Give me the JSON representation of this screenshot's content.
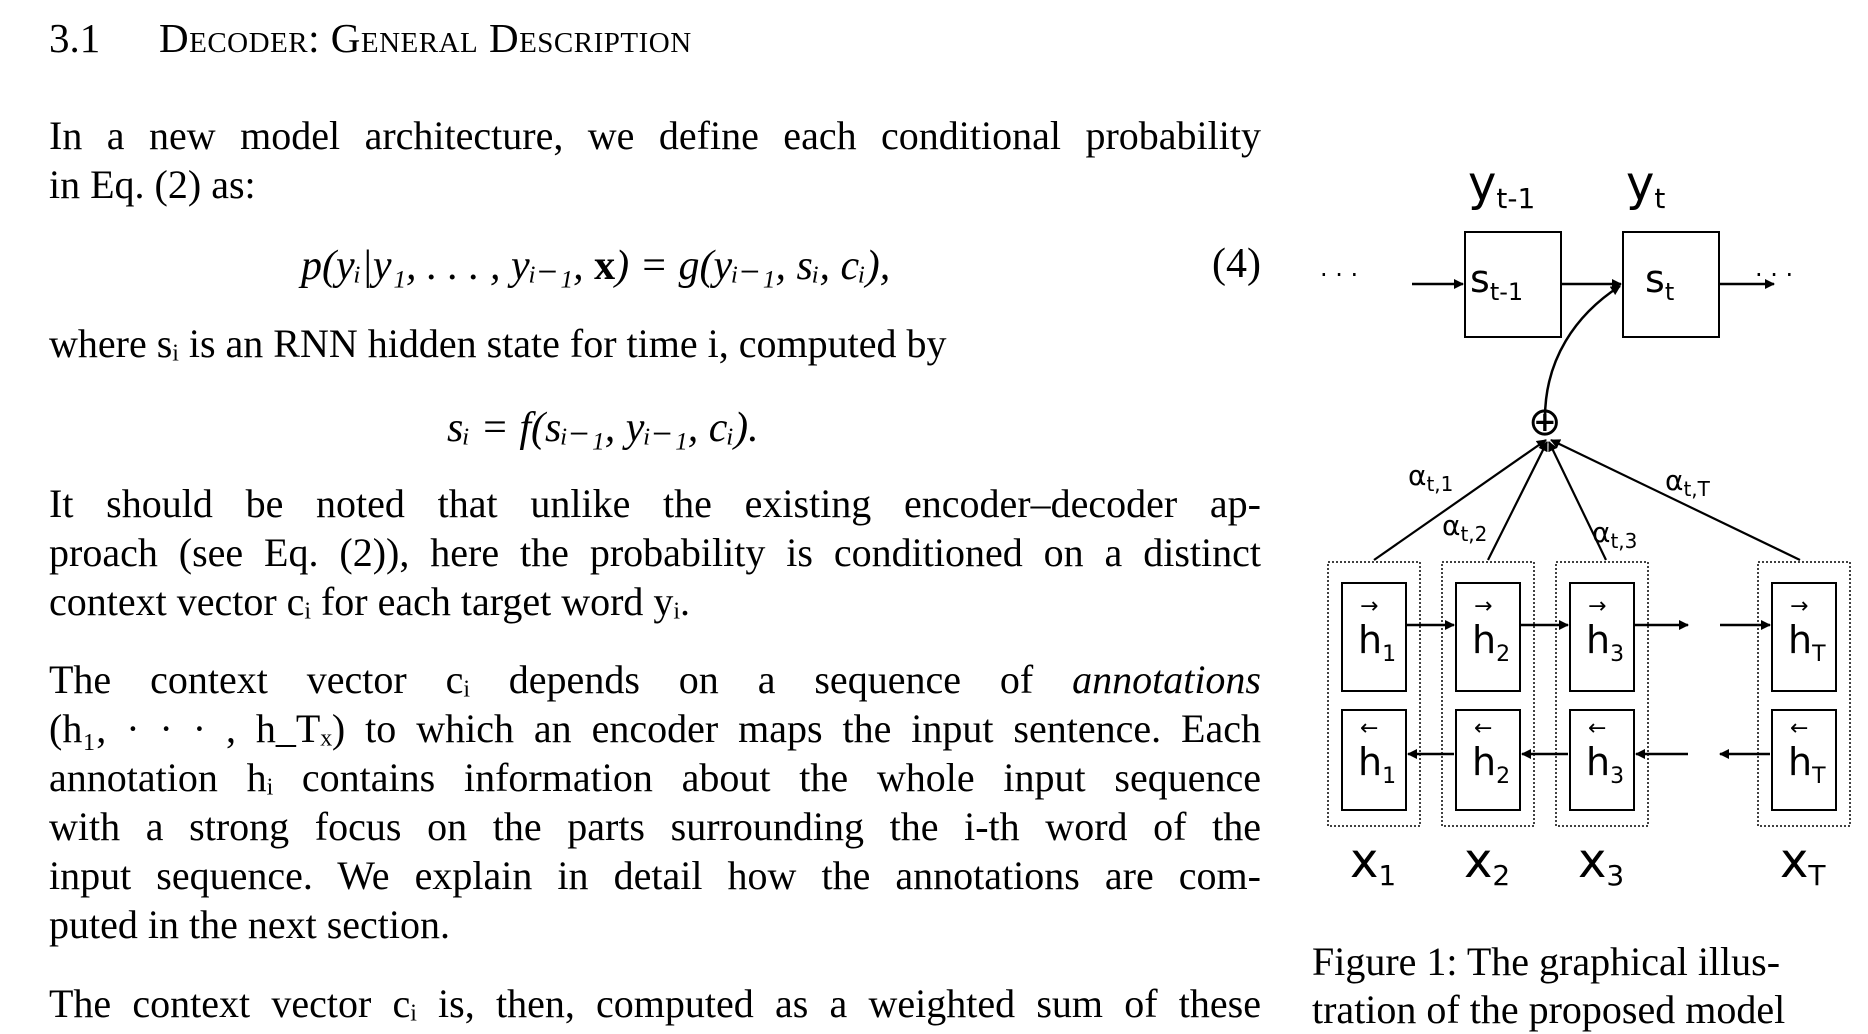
{
  "section": {
    "number": "3.1",
    "title": "Decoder: General Description"
  },
  "para1": {
    "line1": "In a new model architecture, we define each conditional probability",
    "line2": "in Eq. (2) as:"
  },
  "eq4": {
    "lhs": "p(yᵢ|y₁, . . . , yᵢ₋₁, ",
    "x": "x",
    "rhs": ") = g(yᵢ₋₁, sᵢ, cᵢ),",
    "number": "(4)"
  },
  "para2": "where sᵢ is an RNN hidden state for time i, computed by",
  "eq_s": "sᵢ = f(sᵢ₋₁, yᵢ₋₁, cᵢ).",
  "para3": {
    "line1": "It should be noted that unlike the existing encoder–decoder ap-",
    "line2": "proach (see Eq. (2)), here the probability is conditioned on a distinct",
    "line3": "context vector cᵢ for each target word yᵢ."
  },
  "para4": {
    "line1_a": "The context vector cᵢ depends on a sequence of ",
    "line1_em": "annotations",
    "line2": "(h₁, · · · , h_Tₓ) to which an encoder maps the input sentence. Each",
    "line3": "annotation hᵢ contains information about the whole input sequence",
    "line4": "with a strong focus on the parts surrounding the i-th word of the",
    "line5": "input sequence. We explain in detail how the annotations are com-",
    "line6": "puted in the next section."
  },
  "para5": "The context vector cᵢ is, then, computed as a weighted sum of these",
  "figure": {
    "y_labels": [
      "y",
      "t-1",
      "y",
      "t"
    ],
    "s_labels": [
      "s",
      "t-1",
      "s",
      "t"
    ],
    "alpha_labels": [
      "α",
      "t,1",
      "α",
      "t,2",
      "α",
      "t,3",
      "α",
      "t,T"
    ],
    "h_fwd": [
      "h",
      "1",
      "h",
      "2",
      "h",
      "3",
      "h",
      "T"
    ],
    "h_bwd": [
      "h",
      "1",
      "h",
      "2",
      "h",
      "3",
      "h",
      "T"
    ],
    "x_labels": [
      "x",
      "1",
      "x",
      "2",
      "x",
      "3",
      "x",
      "T"
    ],
    "dots": "· · ·",
    "plus": "⊕",
    "arrow_r": "→",
    "arrow_l": "←"
  },
  "caption": {
    "line1": "Figure 1:  The graphical illus-",
    "line2": "tration of the proposed model"
  }
}
